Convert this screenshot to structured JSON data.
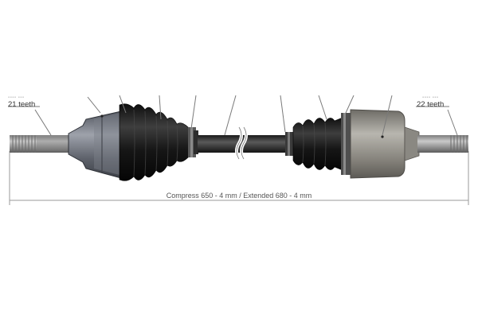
{
  "labels": {
    "left_spline": "21 teeth",
    "right_spline": "22 teeth",
    "dimension": "Compress 650 - 4 mm / Extended 680 - 4 mm"
  },
  "colors": {
    "rubber_boot": "#1c1c1c",
    "housing_left": "#6b6f7a",
    "housing_right": "#8f8d86",
    "shaft": "#2a2a2a",
    "spline": "#9a9a9a",
    "dimension_line": "#9a9a9a"
  },
  "parts": [
    "left-spline",
    "left-outer-cv-housing",
    "left-boot",
    "shaft",
    "right-boot",
    "right-inner-cv-housing",
    "right-spline"
  ]
}
